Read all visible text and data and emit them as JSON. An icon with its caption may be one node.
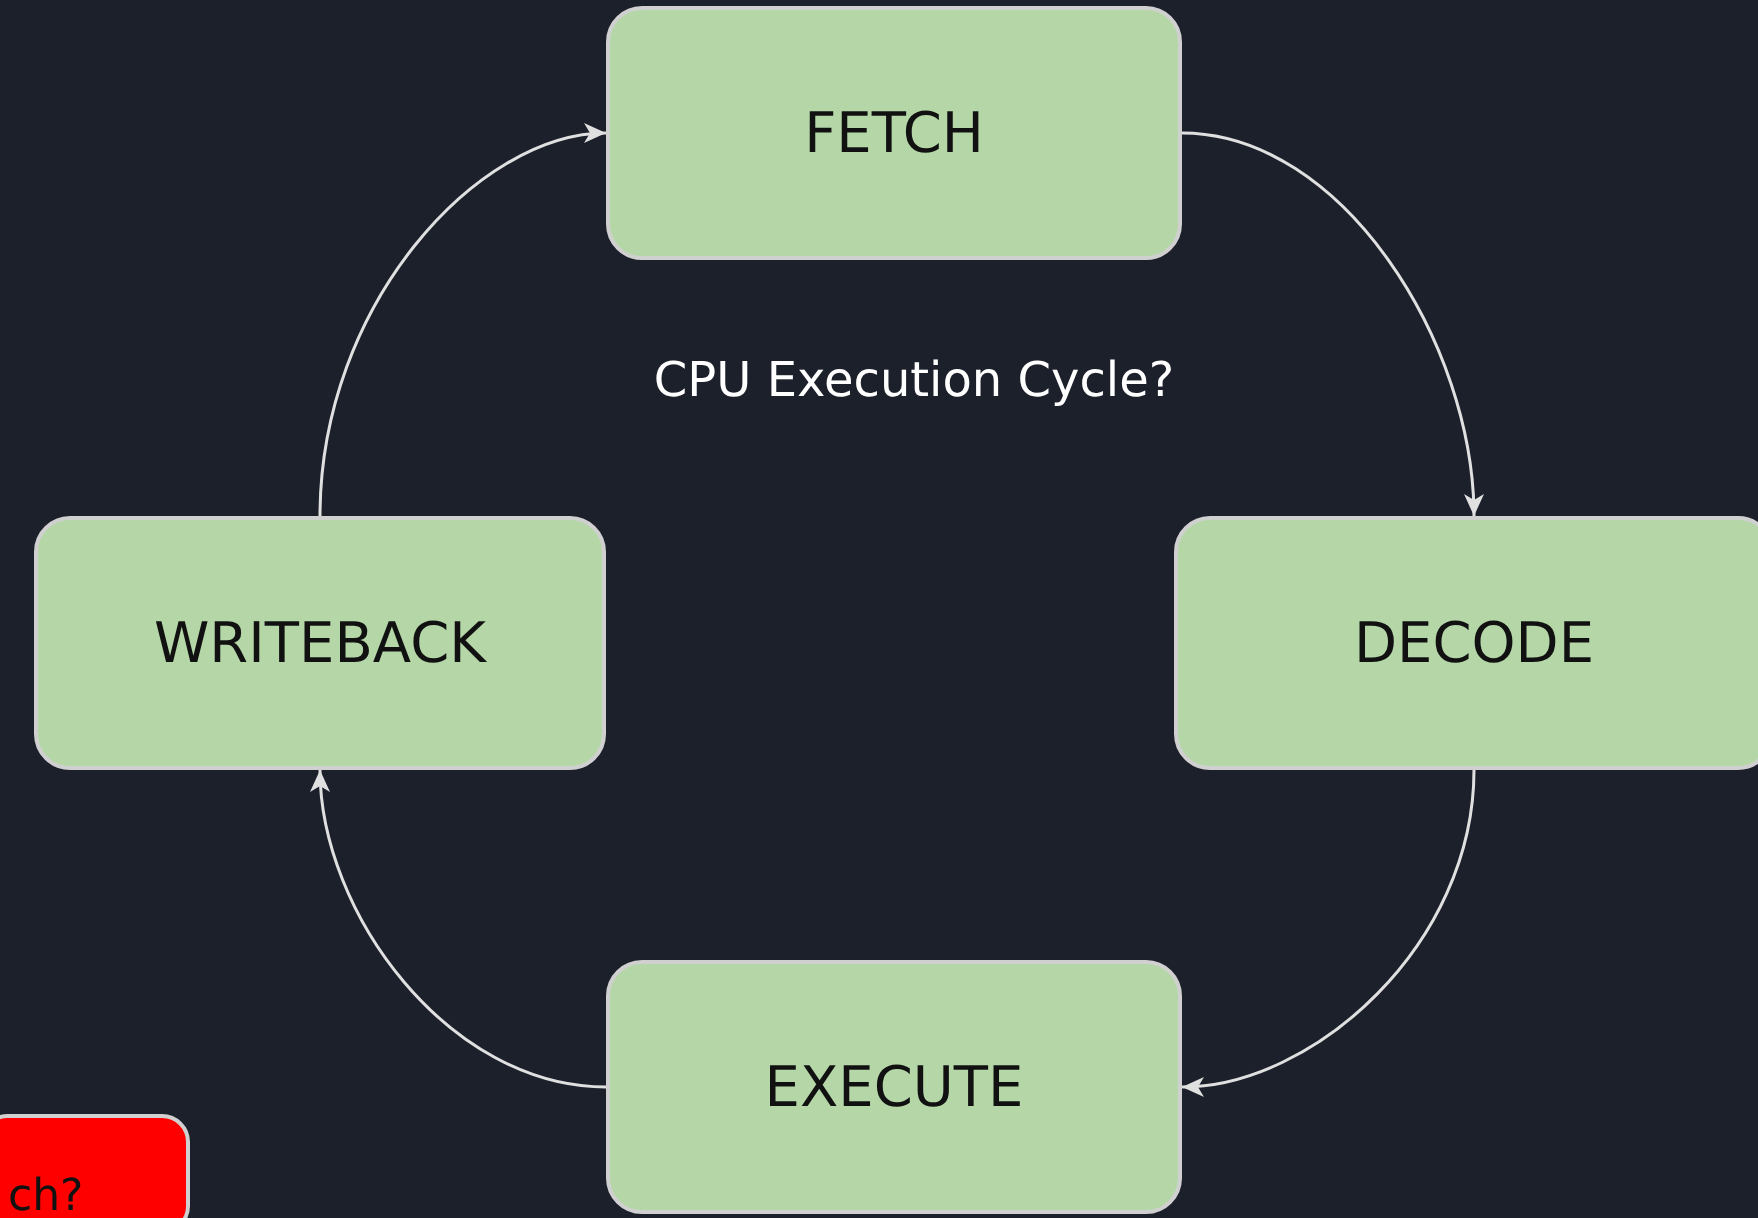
{
  "diagram": {
    "title": "CPU Execution Cycle?",
    "nodes": [
      {
        "text": [
          "FETCH"
        ]
      },
      {
        "text": [
          "DECODE"
        ]
      },
      {
        "text": [
          "EXECUTE"
        ]
      },
      {
        "text": [
          "WRITEBACK"
        ]
      },
      {
        "text": [
          "ch?"
        ]
      }
    ],
    "edges": [
      {
        "from": 0,
        "to": 1,
        "arrow": "to"
      },
      {
        "from": 1,
        "to": 2,
        "arrow": "to"
      },
      {
        "from": 2,
        "to": 3,
        "arrow": "to"
      },
      {
        "from": 3,
        "to": 0,
        "arrow": "to"
      }
    ]
  }
}
